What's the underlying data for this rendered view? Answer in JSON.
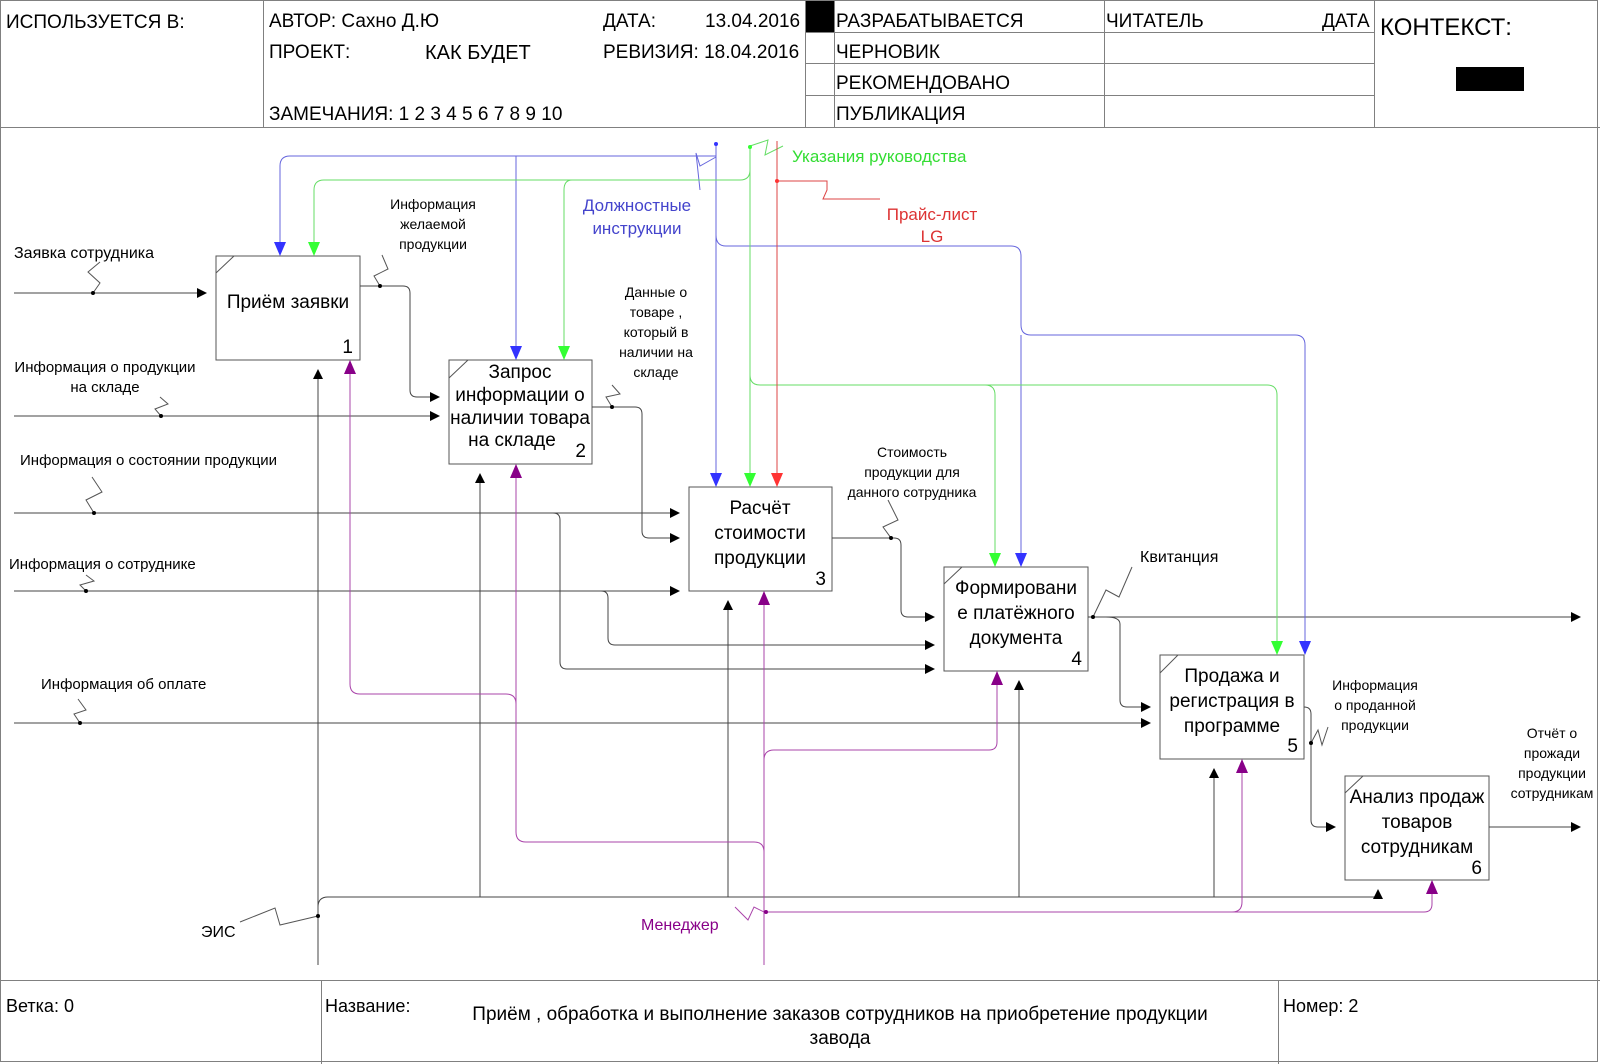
{
  "header": {
    "used_in": "ИСПОЛЬЗУЕТСЯ В:",
    "author_label": "АВТОР: Сахно Д.Ю",
    "project_label": "ПРОЕКТ:",
    "project_value": "КАК БУДЕТ",
    "notes_label": "ЗАМЕЧАНИЯ: 1 2 3 4 5 6 7 8 9 10",
    "date_label": "ДАТА:",
    "date_value": "13.04.2016",
    "revision_label": "РЕВИЗИЯ: 18.04.2016",
    "status": [
      "РАЗРАБАТЫВАЕТСЯ",
      "ЧЕРНОВИК",
      "РЕКОМЕНДОВАНО",
      "ПУБЛИКАЦИЯ"
    ],
    "active_status_index": 0,
    "reader_label": "ЧИТАТЕЛЬ",
    "reader_date_label": "ДАТА",
    "context_label": "КОНТЕКСТ:"
  },
  "boxes": [
    {
      "id": 1,
      "title": [
        "Приём заявки"
      ],
      "number": "1"
    },
    {
      "id": 2,
      "title": [
        "Запрос",
        "информации о",
        "наличии товара",
        "на складе"
      ],
      "number": "2"
    },
    {
      "id": 3,
      "title": [
        "Расчёт",
        "стоимости",
        "продукции"
      ],
      "number": "3"
    },
    {
      "id": 4,
      "title": [
        "Формировани",
        "е платёжного",
        "документа"
      ],
      "number": "4"
    },
    {
      "id": 5,
      "title": [
        "Продажа и",
        "регистрация в",
        "программе"
      ],
      "number": "5"
    },
    {
      "id": 6,
      "title": [
        "Анализ продаж",
        "товаров",
        "сотрудникам"
      ],
      "number": "6"
    }
  ],
  "arrows": {
    "inputs": {
      "request": [
        "Заявка сотрудника"
      ],
      "stock_info": [
        "Информация о продукции",
        "на складе"
      ],
      "state_info": [
        "Информация о состоянии продукции"
      ],
      "employee_info": [
        "Информация о сотруднике"
      ],
      "payment_info": [
        "Информация об оплате"
      ]
    },
    "internal": {
      "desired_product": [
        "Информация",
        "желаемой",
        "продукции"
      ],
      "stock_data": [
        "Данные о",
        "товаре ,",
        "который в",
        "наличии на",
        "складе"
      ],
      "cost": [
        "Стоимость",
        "продукции для",
        "данного сотрудника"
      ],
      "sold_info": [
        "Информация",
        "о проданной",
        "продукции"
      ]
    },
    "outputs": {
      "receipt": [
        "Квитанция"
      ],
      "report": [
        "Отчёт о",
        "прожади",
        "продукции",
        "сотрудникам"
      ]
    },
    "controls": {
      "instructions": [
        "Должностные",
        "инструкции"
      ],
      "management": [
        "Указания руководства"
      ],
      "pricelist": [
        "Прайс-лист",
        "LG"
      ]
    },
    "mechanisms": {
      "eis": [
        "ЭИС"
      ],
      "manager": [
        "Менеджер"
      ]
    }
  },
  "colors": {
    "blue": "#3333ff",
    "blue_line": "#6666dd",
    "green": "#33ff33",
    "green_line": "#66dd66",
    "red": "#ff3333",
    "red_line": "#dd4444",
    "purple": "#880088",
    "purple_line": "#aa44aa",
    "instructions_text": "#4444cc",
    "management_text": "#33dd33",
    "pricelist_text": "#dd3333",
    "manager_text": "#880088"
  },
  "footer": {
    "node_label": "Ветка: 0",
    "title_label": "Название:",
    "title_value": [
      "Приём , обработка и выполнение заказов сотрудников на приобретение продукции",
      "завода"
    ],
    "number_label": "Номер: 2"
  }
}
